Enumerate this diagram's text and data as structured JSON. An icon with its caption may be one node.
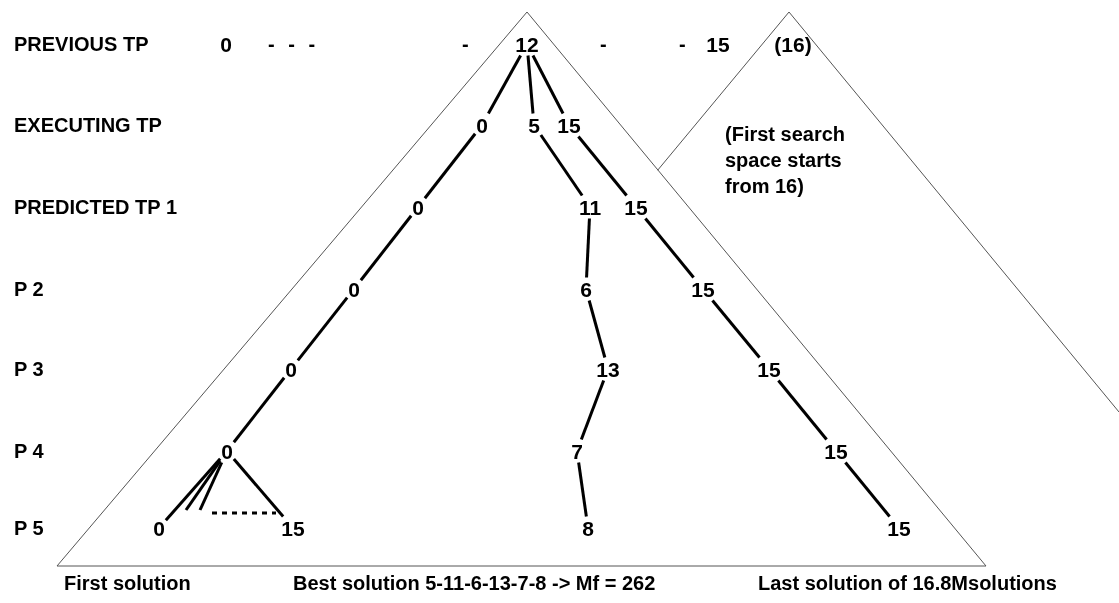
{
  "diagram": {
    "nodes": [
      {
        "text": [
          "0"
        ]
      },
      {
        "text": [
          "12"
        ]
      },
      {
        "text": [
          "15"
        ]
      },
      {
        "text": [
          "(16)"
        ]
      },
      {
        "text": [
          "0"
        ]
      },
      {
        "text": [
          "5"
        ]
      },
      {
        "text": [
          "15"
        ]
      },
      {
        "text": [
          "0"
        ]
      },
      {
        "text": [
          "11"
        ]
      },
      {
        "text": [
          "15"
        ]
      },
      {
        "text": [
          "0"
        ]
      },
      {
        "text": [
          "6"
        ]
      },
      {
        "text": [
          "15"
        ]
      },
      {
        "text": [
          "0"
        ]
      },
      {
        "text": [
          "13"
        ]
      },
      {
        "text": [
          "15"
        ]
      },
      {
        "text": [
          "0"
        ]
      },
      {
        "text": [
          "7"
        ]
      },
      {
        "text": [
          "15"
        ]
      },
      {
        "text": [
          "0"
        ]
      },
      {
        "text": [
          "15"
        ]
      },
      {
        "text": [
          "8"
        ]
      },
      {
        "text": [
          "15"
        ]
      }
    ],
    "edges": [
      {
        "from": 1,
        "to": 4,
        "arrow": "none"
      },
      {
        "from": 1,
        "to": 5,
        "arrow": "none"
      },
      {
        "from": 1,
        "to": 6,
        "arrow": "none"
      },
      {
        "from": 4,
        "to": 7,
        "arrow": "none"
      },
      {
        "from": 5,
        "to": 8,
        "arrow": "none"
      },
      {
        "from": 6,
        "to": 9,
        "arrow": "none"
      },
      {
        "from": 7,
        "to": 10,
        "arrow": "none"
      },
      {
        "from": 8,
        "to": 11,
        "arrow": "none"
      },
      {
        "from": 9,
        "to": 12,
        "arrow": "none"
      },
      {
        "from": 10,
        "to": 13,
        "arrow": "none"
      },
      {
        "from": 11,
        "to": 14,
        "arrow": "none"
      },
      {
        "from": 12,
        "to": 15,
        "arrow": "none"
      },
      {
        "from": 13,
        "to": 16,
        "arrow": "none"
      },
      {
        "from": 14,
        "to": 17,
        "arrow": "none"
      },
      {
        "from": 15,
        "to": 18,
        "arrow": "none"
      },
      {
        "from": 16,
        "to": 19,
        "arrow": "none"
      },
      {
        "from": 16,
        "to": null,
        "arrow": "none"
      },
      {
        "from": 16,
        "to": null,
        "arrow": "none"
      },
      {
        "from": 16,
        "to": 20,
        "arrow": "none"
      },
      {
        "from": 17,
        "to": 21,
        "arrow": "none"
      },
      {
        "from": 18,
        "to": 22,
        "arrow": "none"
      }
    ],
    "labels": [
      "PREVIOUS TP",
      "- - -",
      "-",
      "-",
      "-",
      "EXECUTING TP",
      "(First search space starts from 16)",
      "PREDICTED TP 1",
      "P 2",
      "P 3",
      "P 4",
      "P 5",
      "First solution",
      "Best solution 5-11-6-13-7-8 -> Mf = 262",
      "Last solution of 16.8Msolutions"
    ]
  }
}
